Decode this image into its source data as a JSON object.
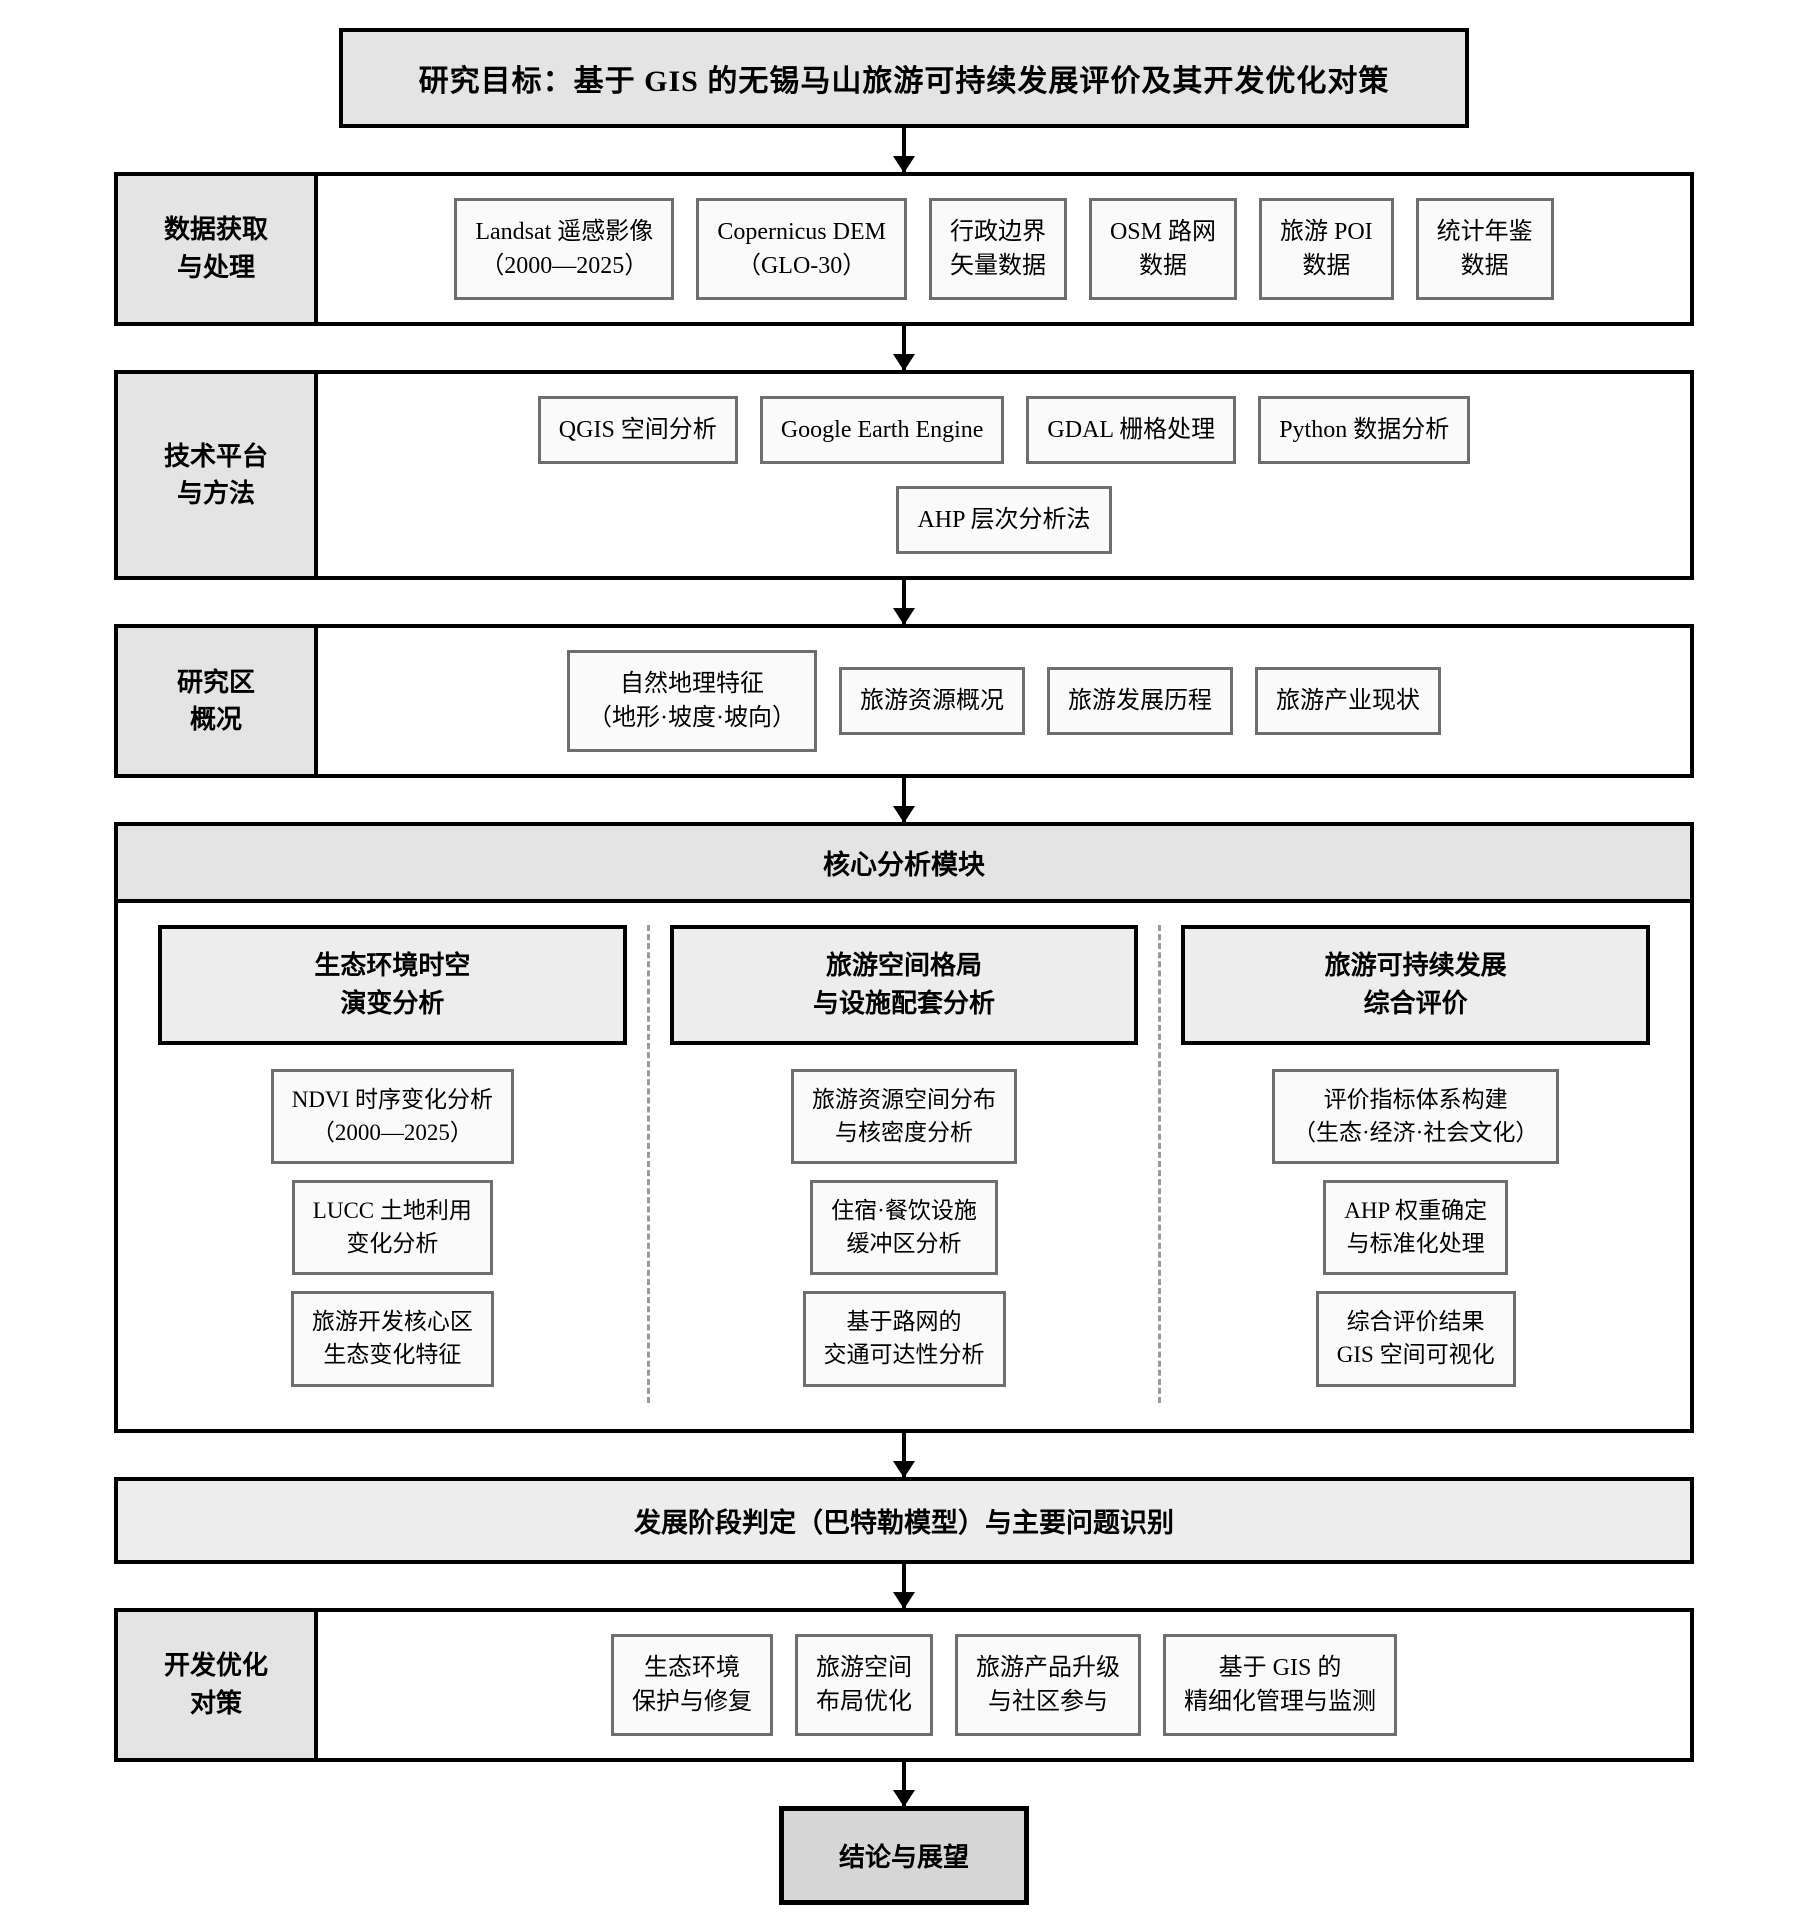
{
  "title": {
    "text": "研究目标：基于 GIS 的无锡马山旅游可持续发展评价及其开发优化对策"
  },
  "bands": [
    {
      "label_line1": "数据获取",
      "label_line2": "与处理",
      "rows": [
        [
          "Landsat 遥感影像\n（2000—2025）",
          "Copernicus DEM\n（GLO-30）",
          "行政边界\n矢量数据",
          "OSM 路网\n数据",
          "旅游 POI\n数据",
          "统计年鉴\n数据"
        ]
      ]
    },
    {
      "label_line1": "技术平台",
      "label_line2": "与方法",
      "rows": [
        [
          "QGIS 空间分析",
          "Google Earth Engine",
          "GDAL 栅格处理",
          "Python 数据分析"
        ],
        [
          "AHP 层次分析法"
        ]
      ]
    },
    {
      "label_line1": "研究区",
      "label_line2": "概况",
      "rows": [
        [
          "自然地理特征\n（地形·坡度·坡向）",
          "旅游资源概况",
          "旅游发展历程",
          "旅游产业现状"
        ]
      ]
    }
  ],
  "core": {
    "header": "核心分析模块",
    "columns": [
      {
        "head": "生态环境时空\n演变分析",
        "items": [
          "NDVI 时序变化分析\n（2000—2025）",
          "LUCC 土地利用\n变化分析",
          "旅游开发核心区\n生态变化特征"
        ]
      },
      {
        "head": "旅游空间格局\n与设施配套分析",
        "items": [
          "旅游资源空间分布\n与核密度分析",
          "住宿·餐饮设施\n缓冲区分析",
          "基于路网的\n交通可达性分析"
        ]
      },
      {
        "head": "旅游可持续发展\n综合评价",
        "items": [
          "评价指标体系构建\n（生态·经济·社会文化）",
          "AHP 权重确定\n与标准化处理",
          "综合评价结果\nGIS 空间可视化"
        ]
      }
    ]
  },
  "stage_bar": {
    "text": "发展阶段判定（巴特勒模型）与主要问题识别"
  },
  "strategy_band": {
    "label_line1": "开发优化",
    "label_line2": "对策",
    "items": [
      "生态环境\n保护与修复",
      "旅游空间\n布局优化",
      "旅游产品升级\n与社区参与",
      "基于 GIS 的\n精细化管理与监测"
    ]
  },
  "conclusion": {
    "text": "结论与展望"
  },
  "colors": {
    "label_fill": "#e4e4e4",
    "node_fill": "#fafafa",
    "node_border": "#6e6e6e",
    "frame": "#000000",
    "core_head_fill": "#ededed",
    "final_fill": "#d6d6d6",
    "divider": "#9a9a9a"
  }
}
